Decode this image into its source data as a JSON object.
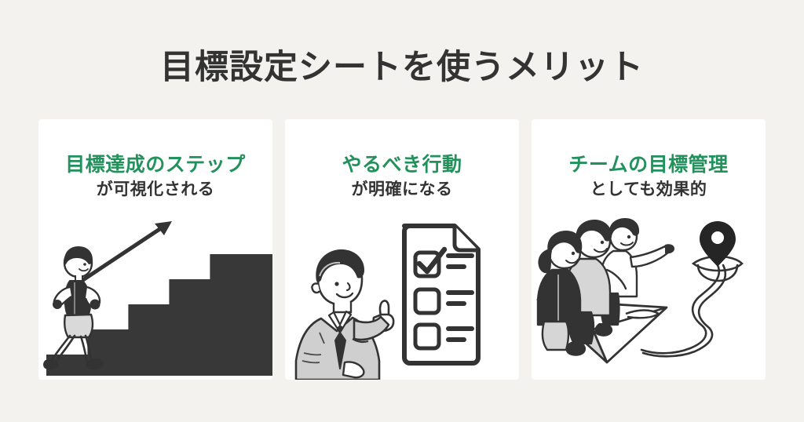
{
  "page": {
    "title": "目標設定シートを使うメリット",
    "background_color": "#f4f2ee",
    "card_background_color": "#ffffff",
    "accent_color": "#23915c",
    "text_color": "#333333"
  },
  "cards": [
    {
      "heading_main": "目標達成のステップ",
      "heading_sub": "が可視化される",
      "illustration": "runner-climbing-stairs-with-up-arrow"
    },
    {
      "heading_main": "やるべき行動",
      "heading_sub": "が明確になる",
      "illustration": "businessman-pointing-at-checklist-document"
    },
    {
      "heading_main": "チームの目標管理",
      "heading_sub": "としても効果的",
      "illustration": "team-riding-paper-plane-toward-goal-pin"
    }
  ]
}
